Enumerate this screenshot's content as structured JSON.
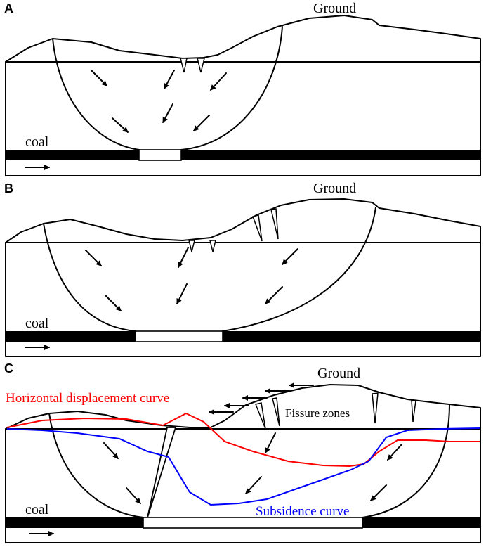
{
  "panels": [
    {
      "letter": "A",
      "ground_label": "Ground",
      "coal_label": "coal"
    },
    {
      "letter": "B",
      "ground_label": "Ground",
      "coal_label": "coal"
    },
    {
      "letter": "C",
      "ground_label": "Ground",
      "coal_label": "coal",
      "horizontal_curve_label": "Horizontal displacement curve",
      "fissure_label": "Fissure zones",
      "subsidence_curve_label": "Subsidence curve"
    }
  ],
  "colors": {
    "horizontal_curve": "#ff0000",
    "subsidence_curve": "#0000ff",
    "line": "#000000"
  }
}
